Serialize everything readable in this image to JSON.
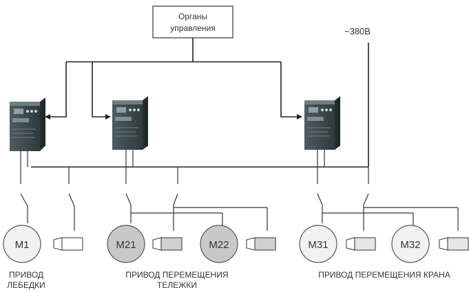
{
  "control_box": {
    "line1": "Органы",
    "line2": "управления"
  },
  "supply_label": "~380В",
  "motors": {
    "m1": "M1",
    "m21": "M21",
    "m22": "M22",
    "m31": "M31",
    "m32": "M32"
  },
  "captions": {
    "winch_line1": "ПРИВОД",
    "winch_line2": "ЛЕБЕДКИ",
    "trolley_line1": "ПРИВОД ПЕРЕМЕЩЕНИЯ",
    "trolley_line2": "ТЕЛЕЖКИ",
    "crane": "ПРИВОД ПЕРЕМЕЩЕНИЯ КРАНА"
  },
  "colors": {
    "motor_light": "#f2f2f2",
    "motor_dark": "#c8c8c8",
    "inverter_body": "#3b4a4e",
    "inverter_face": "#5a6b70",
    "brake": "#e6e6e6"
  }
}
